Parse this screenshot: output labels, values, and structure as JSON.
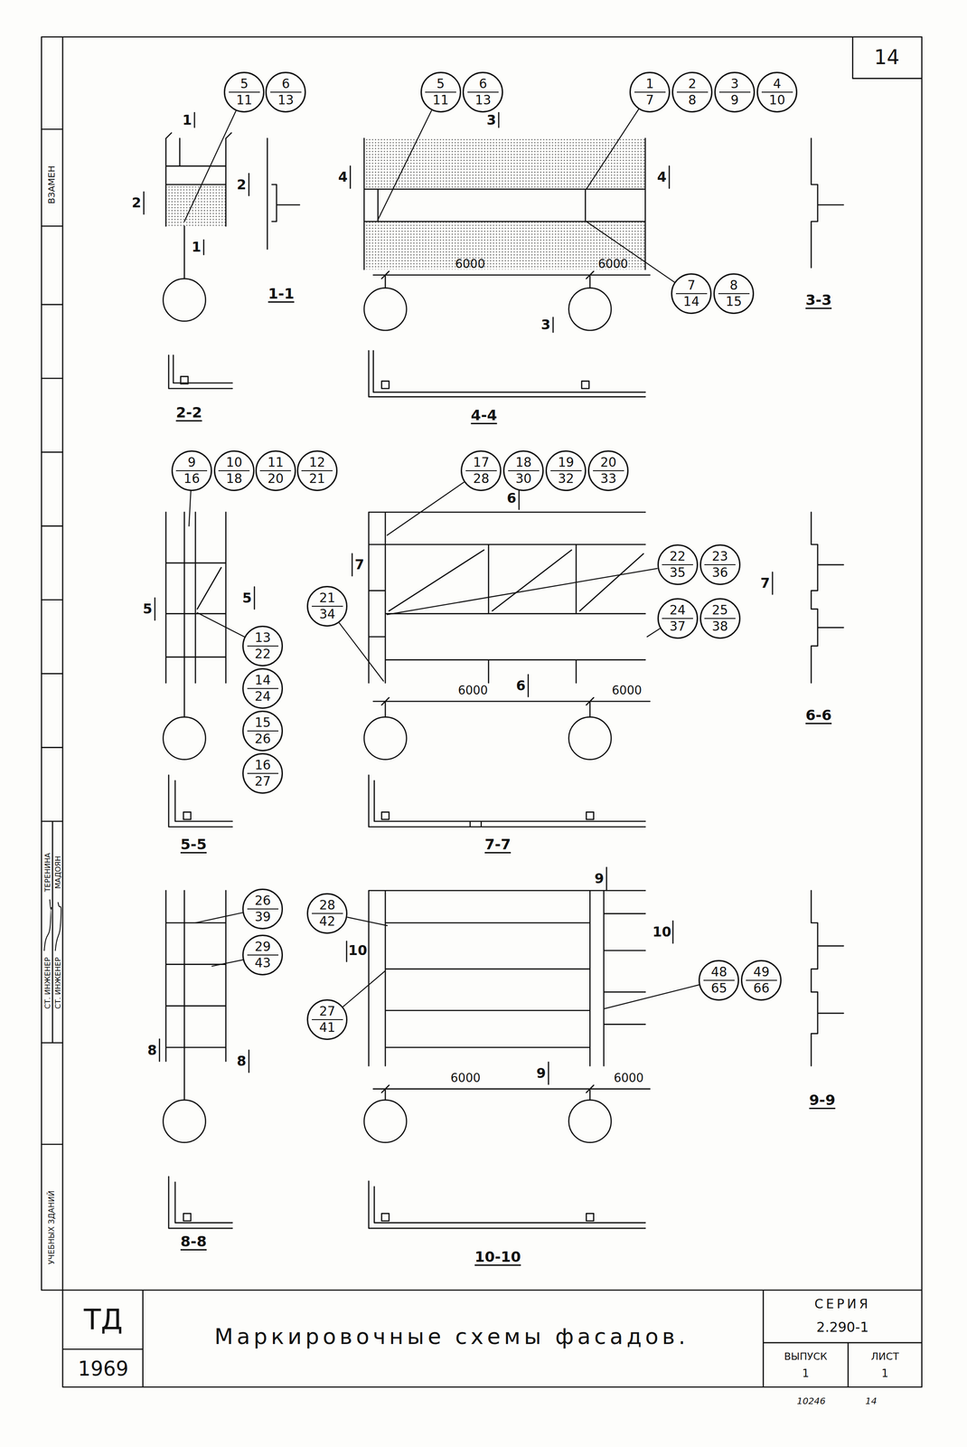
{
  "diagram": {
    "title": "Маркировочные схемы фасадов.",
    "nodes": [
      {
        "text": [
          "5",
          "11"
        ]
      },
      {
        "text": [
          "6",
          "13"
        ]
      },
      {
        "text": [
          "5",
          "11"
        ]
      },
      {
        "text": [
          "6",
          "13"
        ]
      },
      {
        "text": [
          "1",
          "7"
        ]
      },
      {
        "text": [
          "2",
          "8"
        ]
      },
      {
        "text": [
          "3",
          "9"
        ]
      },
      {
        "text": [
          "4",
          "10"
        ]
      },
      {
        "text": [
          "7",
          "14"
        ]
      },
      {
        "text": [
          "8",
          "15"
        ]
      },
      {
        "text": [
          "9",
          "16"
        ]
      },
      {
        "text": [
          "10",
          "18"
        ]
      },
      {
        "text": [
          "11",
          "20"
        ]
      },
      {
        "text": [
          "12",
          "21"
        ]
      },
      {
        "text": [
          "17",
          "28"
        ]
      },
      {
        "text": [
          "18",
          "30"
        ]
      },
      {
        "text": [
          "19",
          "32"
        ]
      },
      {
        "text": [
          "20",
          "33"
        ]
      },
      {
        "text": [
          "21",
          "34"
        ]
      },
      {
        "text": [
          "22",
          "35"
        ]
      },
      {
        "text": [
          "23",
          "36"
        ]
      },
      {
        "text": [
          "13",
          "22"
        ]
      },
      {
        "text": [
          "14",
          "24"
        ]
      },
      {
        "text": [
          "15",
          "26"
        ]
      },
      {
        "text": [
          "16",
          "27"
        ]
      },
      {
        "text": [
          "24",
          "37"
        ]
      },
      {
        "text": [
          "25",
          "38"
        ]
      },
      {
        "text": [
          "26",
          "39"
        ]
      },
      {
        "text": [
          "29",
          "43"
        ]
      },
      {
        "text": [
          "28",
          "42"
        ]
      },
      {
        "text": [
          "27",
          "41"
        ]
      },
      {
        "text": [
          "48",
          "65"
        ]
      },
      {
        "text": [
          "49",
          "66"
        ]
      }
    ],
    "labels": [
      "14",
      "ВЗАМЕН",
      "ТЕРЕНИНА",
      "МАДОЯН",
      "СТ. ИНЖЕНЕР",
      "СТ. ИНЖЕНЕР",
      "УЧЕБНЫХ ЗДАНИЙ",
      "1",
      "1",
      "2",
      "2",
      "1-1",
      "2-2",
      "3",
      "3",
      "4",
      "4",
      "6000",
      "6000",
      "3-3",
      "4-4",
      "5",
      "5",
      "6",
      "6",
      "7",
      "7",
      "6000",
      "6000",
      "5-5",
      "7-7",
      "6-6",
      "8",
      "8",
      "9",
      "9",
      "10",
      "10",
      "6000",
      "6000",
      "8-8",
      "10-10",
      "9-9",
      "ТД",
      "1969",
      "СЕРИЯ",
      "2.290-1",
      "ВЫПУСК",
      "ЛИСТ",
      "1",
      "1",
      "10246",
      "14"
    ]
  }
}
